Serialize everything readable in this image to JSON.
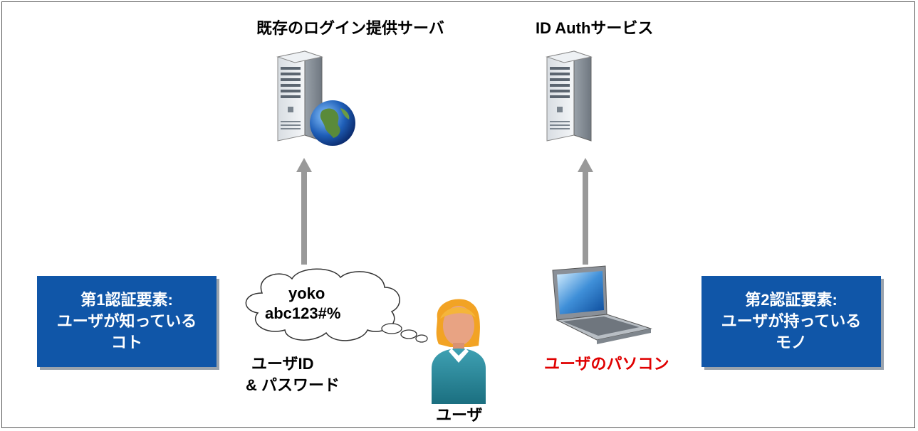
{
  "servers": {
    "existing_login": {
      "title": "既存のログイン提供サーバ"
    },
    "id_auth": {
      "title": "ID Authサービス"
    }
  },
  "factor1": {
    "line1": "第1認証要素:",
    "line2": "ユーザが知っている",
    "line3": "コト"
  },
  "factor2": {
    "line1": "第2認証要素:",
    "line2": "ユーザが持っている",
    "line3": "モノ"
  },
  "credentials_bubble": {
    "line1": "yoko",
    "line2": "abc123#%"
  },
  "credentials_label": {
    "line1": "ユーザID",
    "line2": "& パスワード"
  },
  "user_label": "ユーザ",
  "pc_label": "ユーザのパソコン",
  "colors": {
    "box_blue": "#1056a8",
    "pc_label_red": "#e00000",
    "arrow_gray": "#999999"
  },
  "icons": [
    "server-icon",
    "globe-icon",
    "user-icon",
    "laptop-icon",
    "thought-bubble-icon"
  ]
}
